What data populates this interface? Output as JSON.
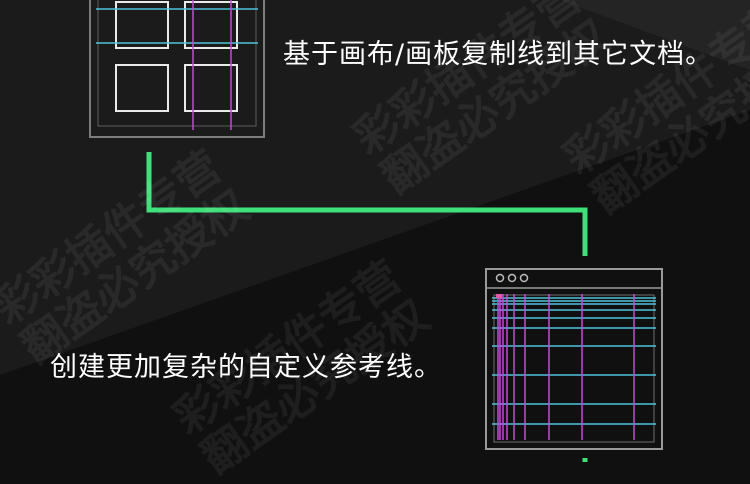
{
  "captions": {
    "top": "基于画布/画板复制线到其它文档。",
    "bottom": "创建更加复杂的自定义参考线。"
  },
  "watermark": {
    "line1": "彩彩插件专营",
    "line2": "翻盗必究授权"
  },
  "colors": {
    "background_dark": "#101010",
    "background_mid": "#1b1b1b",
    "connector": "#3fe07a",
    "guide_cyan": "#4fc3d9",
    "guide_magenta": "#c44bd8",
    "frame": "#8e8e8e"
  }
}
